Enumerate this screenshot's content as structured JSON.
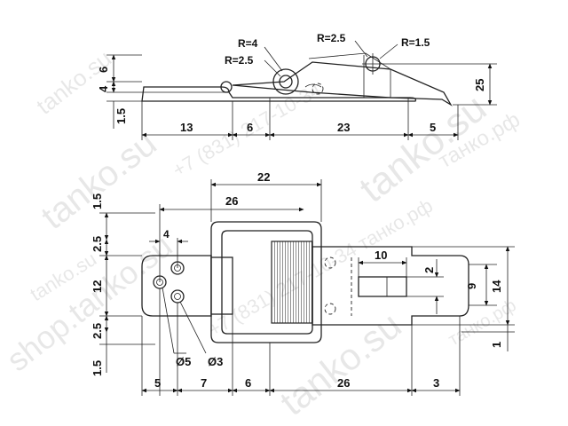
{
  "side_view": {
    "radius_labels": [
      "R=4",
      "R=2.5",
      "R=2.5",
      "R=1.5"
    ],
    "vertical_dims": [
      "6",
      "4",
      "1.5",
      "25"
    ],
    "horizontal_dims": [
      "13",
      "6",
      "23",
      "5"
    ]
  },
  "top_view": {
    "top_dims": [
      "22",
      "26",
      "4"
    ],
    "left_dims": [
      "1.5",
      "2.5",
      "12",
      "2.5",
      "1.5"
    ],
    "right_dims": [
      "10",
      "2",
      "9",
      "14",
      "1"
    ],
    "hole_labels": [
      "Ø5",
      "Ø3"
    ],
    "bottom_dims": [
      "5",
      "7",
      "6",
      "26",
      "3"
    ]
  },
  "watermarks": {
    "site1": "tanko.su",
    "site2": "tanko.su",
    "site3": "tanko.su",
    "site4": "tanko.su",
    "site5": "tanko.su",
    "phone": "+7 (831) 217-10-34",
    "phone2": "+7 (831) 217-10-34 танко.рф",
    "shop": "shop.tanko.su",
    "rf": "танко.рф",
    "tanko_ru": "танко.рф"
  }
}
